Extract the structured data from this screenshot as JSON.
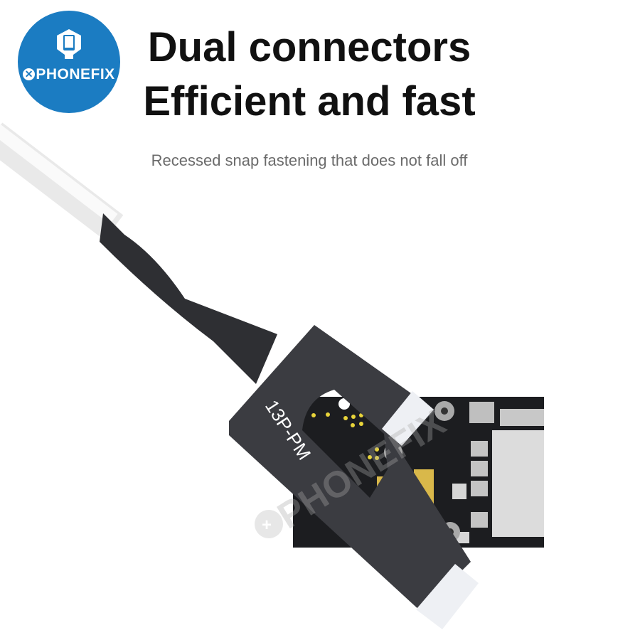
{
  "logo": {
    "brand": "PHONEFIX",
    "color": "#1b7cc2"
  },
  "heading": {
    "line1": "Dual connectors",
    "line2": "Efficient and fast"
  },
  "subtitle": "Recessed snap fastening that does not fall off",
  "product": {
    "label": "13P-PM"
  },
  "watermark": "PHONEFIX"
}
